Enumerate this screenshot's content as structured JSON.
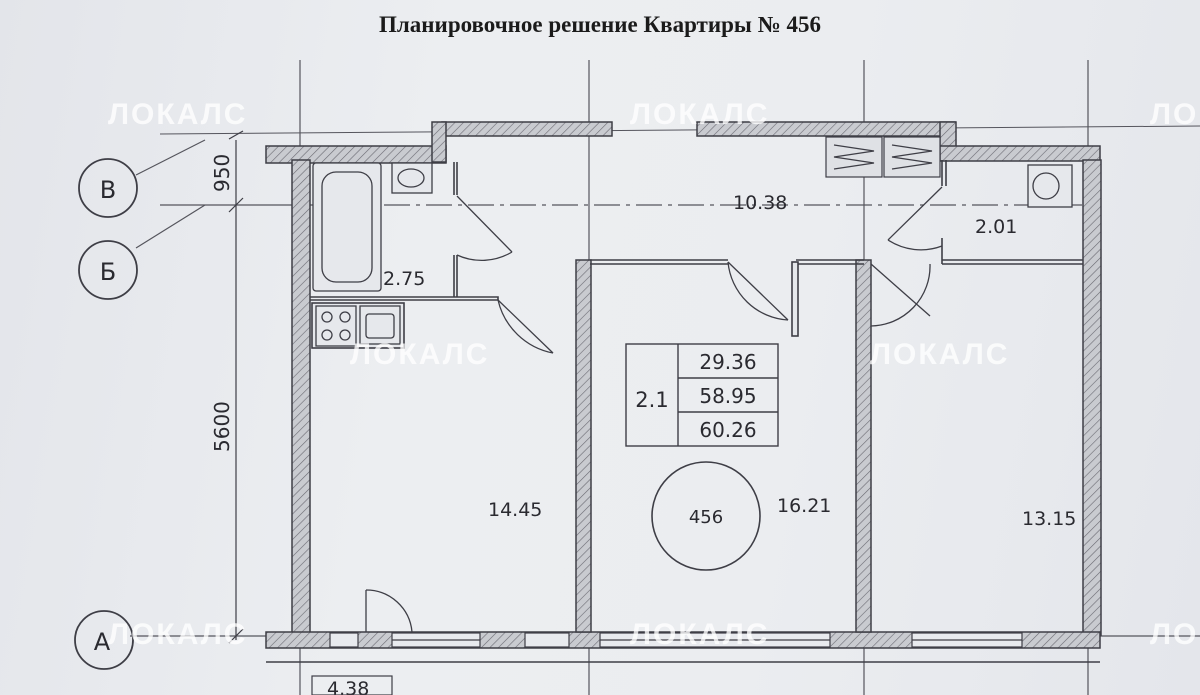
{
  "title": "Планировочное решение Квартиры № 456",
  "watermark": "ЛОКАЛС",
  "axes": {
    "v": "В",
    "b": "Б",
    "a": "А"
  },
  "dimensions": {
    "v_to_b": "950",
    "b_to_a": "5600"
  },
  "rooms": {
    "bathroom": "2.75",
    "corridor": "10.38",
    "wc": "2.01",
    "kitchen": "14.45",
    "living_room": "16.21",
    "bedroom": "13.15",
    "balcony": "4.38"
  },
  "summary": {
    "rooms_code": "2.1",
    "living_area": "29.36",
    "total_area": "58.95",
    "area_with_balcony": "60.26"
  },
  "apartment_number": "456",
  "colors": {
    "line": "#4a4a52",
    "wall_fill": "#bfc1c6",
    "paper": "#e9ebee"
  }
}
